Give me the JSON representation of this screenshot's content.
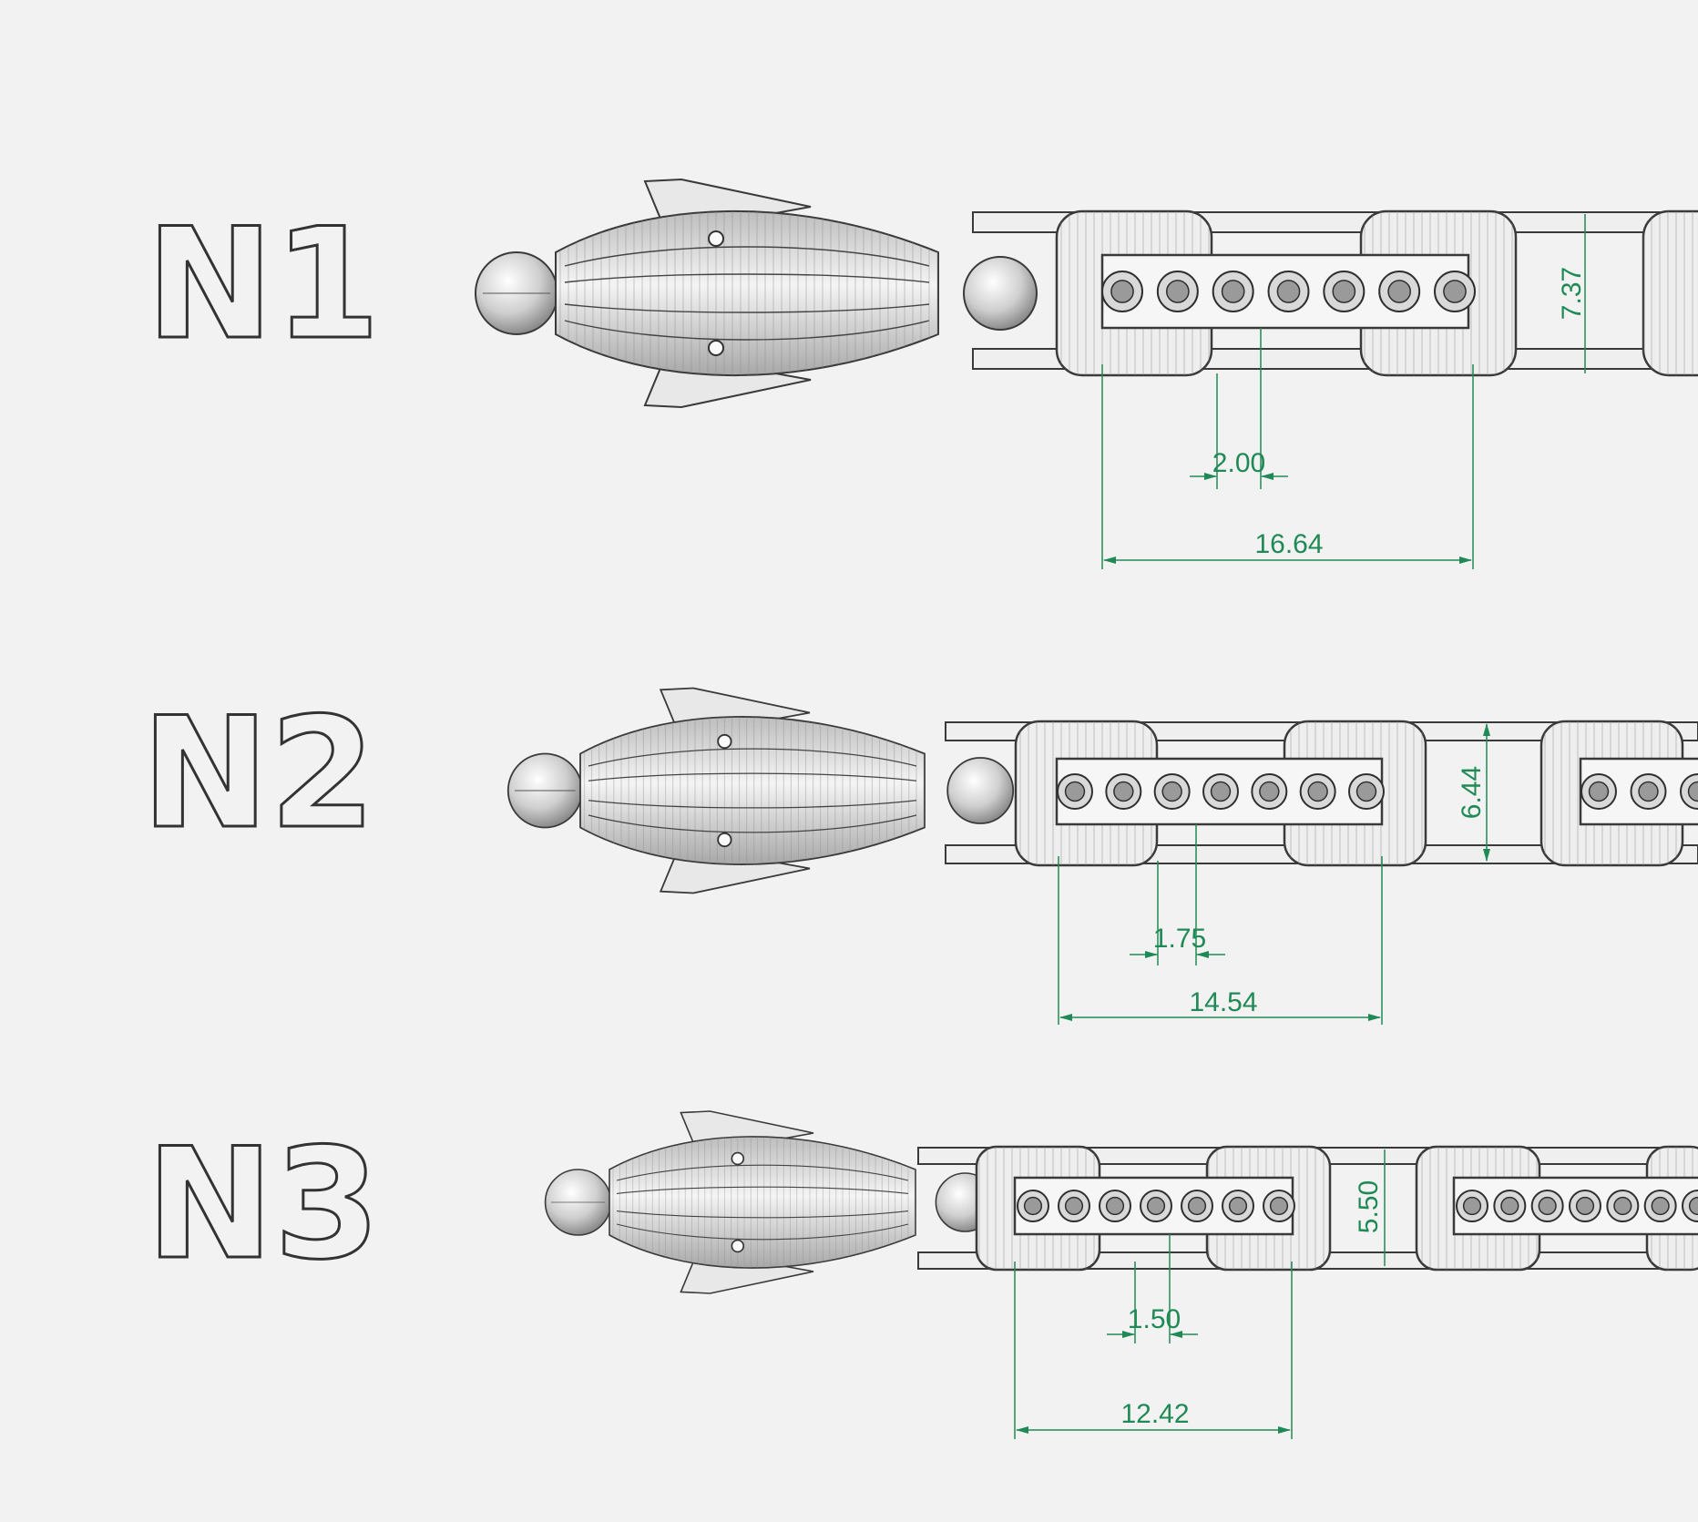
{
  "colors": {
    "background": "#f2f2f2",
    "line": "#3a3a3a",
    "dimension": "#1f8a55",
    "label_outline": "#333333"
  },
  "rows": [
    {
      "label": "N1",
      "dims": {
        "gap": "2.00",
        "pitch": "16.64",
        "height": "7.37"
      }
    },
    {
      "label": "N2",
      "dims": {
        "gap": "1.75",
        "pitch": "14.54",
        "height": "6.44"
      }
    },
    {
      "label": "N3",
      "dims": {
        "gap": "1.50",
        "pitch": "12.42",
        "height": "5.50"
      }
    }
  ]
}
